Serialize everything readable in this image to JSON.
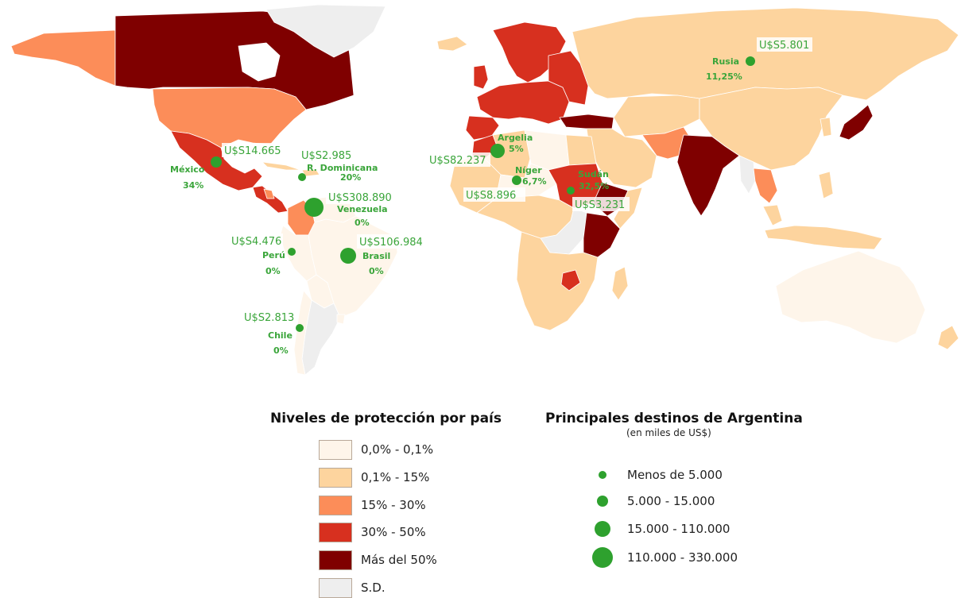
{
  "colors": {
    "c0": "#fef5ea",
    "c1": "#fdd49e",
    "c2": "#fc8d59",
    "c3": "#d7301f",
    "c4": "#7f0000",
    "sd": "#eeeeee",
    "bubble": "#2ea12e",
    "label": "#3aa53a"
  },
  "legend_protection": {
    "title": "Niveles de protección por país",
    "items": [
      {
        "label": "0,0% - 0,1%",
        "color": "#fef5ea"
      },
      {
        "label": "0,1% - 15%",
        "color": "#fdd49e"
      },
      {
        "label": "15% - 30%",
        "color": "#fc8d59"
      },
      {
        "label": "30% - 50%",
        "color": "#d7301f"
      },
      {
        "label": "Más del 50%",
        "color": "#7f0000"
      },
      {
        "label": "S.D.",
        "color": "#eeeeee"
      }
    ]
  },
  "legend_destinations": {
    "title": "Principales destinos de Argentina",
    "subtitle": "(en miles de US$)",
    "items": [
      {
        "label": "Menos de 5.000"
      },
      {
        "label": "5.000 - 15.000"
      },
      {
        "label": "15.000 - 110.000"
      },
      {
        "label": "110.000 - 330.000"
      }
    ]
  },
  "destinations": [
    {
      "country": "Rusia",
      "value": "U$S5.801",
      "pct": "11,25%"
    },
    {
      "country": "México",
      "value": "U$S14.665",
      "pct": "34%"
    },
    {
      "country": "R. Dominicana",
      "value": "U$S2.985",
      "pct": "20%"
    },
    {
      "country": "Argelia",
      "value": "U$S82.237",
      "pct": "5%"
    },
    {
      "country": "Níger",
      "value": "U$S8.896",
      "pct": "6,7%"
    },
    {
      "country": "Sudán",
      "value": "U$S3.231",
      "pct": "32,5%"
    },
    {
      "country": "Venezuela",
      "value": "U$S308.890",
      "pct": "0%"
    },
    {
      "country": "Perú",
      "value": "U$S4.476",
      "pct": "0%"
    },
    {
      "country": "Brasil",
      "value": "U$S106.984",
      "pct": "0%"
    },
    {
      "country": "Chile",
      "value": "U$S2.813",
      "pct": "0%"
    }
  ]
}
